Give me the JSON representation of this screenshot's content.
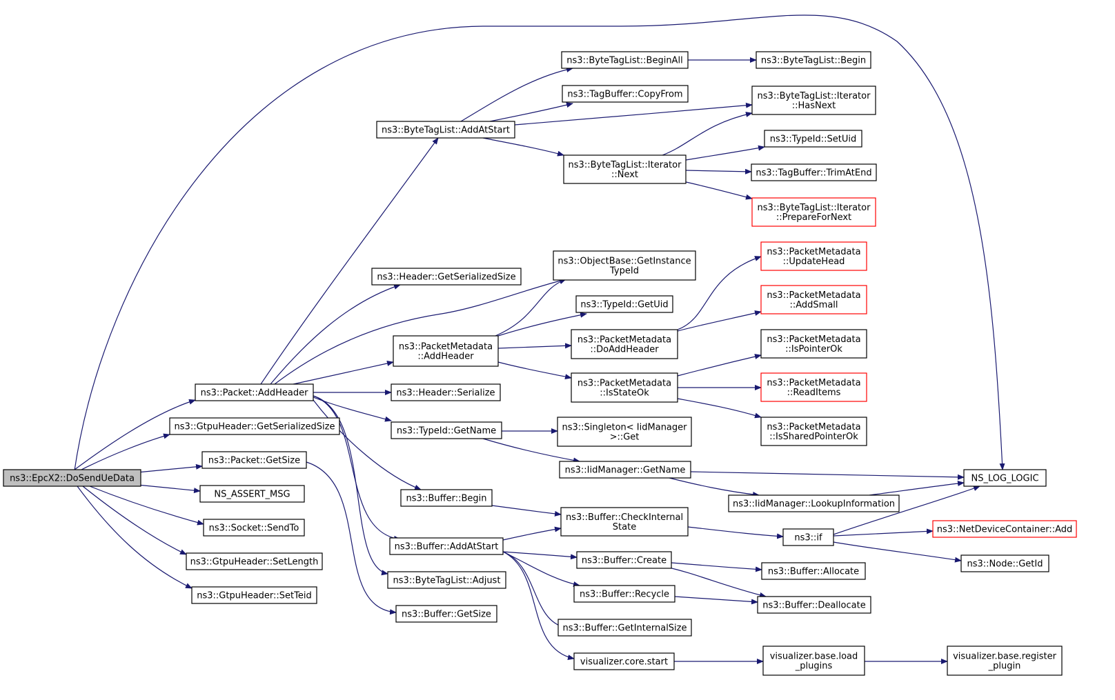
{
  "graph": {
    "edge_color": "#191970",
    "truncated_border_color": "#ff0000",
    "root_fill": "#bfbfbf",
    "nodes": [
      {
        "id": "root",
        "label": [
          "ns3::EpcX2::DoSendUeData"
        ],
        "root": true
      },
      {
        "id": "addheader",
        "label": [
          "ns3::Packet::AddHeader"
        ]
      },
      {
        "id": "gtpuser",
        "label": [
          "ns3::GtpuHeader::GetSerializedSize"
        ]
      },
      {
        "id": "pktgetsize",
        "label": [
          "ns3::Packet::GetSize"
        ]
      },
      {
        "id": "assert",
        "label": [
          "NS_ASSERT_MSG"
        ]
      },
      {
        "id": "sendto",
        "label": [
          "ns3::Socket::SendTo"
        ]
      },
      {
        "id": "setlength",
        "label": [
          "ns3::GtpuHeader::SetLength"
        ]
      },
      {
        "id": "setteid",
        "label": [
          "ns3::GtpuHeader::SetTeid"
        ]
      },
      {
        "id": "btladdatstart",
        "label": [
          "ns3::ByteTagList::AddAtStart"
        ]
      },
      {
        "id": "hdrgetser",
        "label": [
          "ns3::Header::GetSerializedSize"
        ]
      },
      {
        "id": "pmaddheader",
        "label": [
          "ns3::PacketMetadata",
          "::AddHeader"
        ]
      },
      {
        "id": "hdrserialize",
        "label": [
          "ns3::Header::Serialize"
        ]
      },
      {
        "id": "typeidgetname",
        "label": [
          "ns3::TypeId::GetName"
        ]
      },
      {
        "id": "bufbegin",
        "label": [
          "ns3::Buffer::Begin"
        ]
      },
      {
        "id": "bufaddatstart",
        "label": [
          "ns3::Buffer::AddAtStart"
        ]
      },
      {
        "id": "btladjust",
        "label": [
          "ns3::ByteTagList::Adjust"
        ]
      },
      {
        "id": "bufgetsize",
        "label": [
          "ns3::Buffer::GetSize"
        ]
      },
      {
        "id": "btlbeginall",
        "label": [
          "ns3::ByteTagList::BeginAll"
        ]
      },
      {
        "id": "tbcopyfrom",
        "label": [
          "ns3::TagBuffer::CopyFrom"
        ]
      },
      {
        "id": "btlitnext",
        "label": [
          "ns3::ByteTagList::Iterator",
          "::Next"
        ]
      },
      {
        "id": "objgetinst",
        "label": [
          "ns3::ObjectBase::GetInstance",
          "TypeId"
        ]
      },
      {
        "id": "typeidgetuid",
        "label": [
          "ns3::TypeId::GetUid"
        ]
      },
      {
        "id": "pmdoaddheader",
        "label": [
          "ns3::PacketMetadata",
          "::DoAddHeader"
        ]
      },
      {
        "id": "pmisstateok",
        "label": [
          "ns3::PacketMetadata",
          "::IsStateOk"
        ]
      },
      {
        "id": "singleton",
        "label": [
          "ns3::Singleton< IidManager",
          ">::Get"
        ]
      },
      {
        "id": "iidgetname",
        "label": [
          "ns3::IidManager::GetName"
        ]
      },
      {
        "id": "bufcheck",
        "label": [
          "ns3::Buffer::CheckInternal",
          "State"
        ]
      },
      {
        "id": "bufcreate",
        "label": [
          "ns3::Buffer::Create"
        ]
      },
      {
        "id": "bufrecycle",
        "label": [
          "ns3::Buffer::Recycle"
        ]
      },
      {
        "id": "bufgetinternal",
        "label": [
          "ns3::Buffer::GetInternalSize"
        ]
      },
      {
        "id": "viscorestart",
        "label": [
          "visualizer.core.start"
        ]
      },
      {
        "id": "btlbegin",
        "label": [
          "ns3::ByteTagList::Begin"
        ]
      },
      {
        "id": "btlithasnext",
        "label": [
          "ns3::ByteTagList::Iterator",
          "::HasNext"
        ]
      },
      {
        "id": "typeidsetuid",
        "label": [
          "ns3::TypeId::SetUid"
        ]
      },
      {
        "id": "tbtrimatend",
        "label": [
          "ns3::TagBuffer::TrimAtEnd"
        ]
      },
      {
        "id": "btlitprepare",
        "label": [
          "ns3::ByteTagList::Iterator",
          "::PrepareForNext"
        ],
        "truncated": true
      },
      {
        "id": "pmupdatehead",
        "label": [
          "ns3::PacketMetadata",
          "::UpdateHead"
        ],
        "truncated": true
      },
      {
        "id": "pmaddsmall",
        "label": [
          "ns3::PacketMetadata",
          "::AddSmall"
        ],
        "truncated": true
      },
      {
        "id": "pmispointerok",
        "label": [
          "ns3::PacketMetadata",
          "::IsPointerOk"
        ]
      },
      {
        "id": "pmreaditems",
        "label": [
          "ns3::PacketMetadata",
          "::ReadItems"
        ],
        "truncated": true
      },
      {
        "id": "pmissharedptr",
        "label": [
          "ns3::PacketMetadata",
          "::IsSharedPointerOk"
        ]
      },
      {
        "id": "iidlookup",
        "label": [
          "ns3::IidManager::LookupInformation"
        ]
      },
      {
        "id": "ns3if",
        "label": [
          "ns3::if"
        ]
      },
      {
        "id": "bufallocate",
        "label": [
          "ns3::Buffer::Allocate"
        ]
      },
      {
        "id": "bufdeallocate",
        "label": [
          "ns3::Buffer::Deallocate"
        ]
      },
      {
        "id": "visbaseload",
        "label": [
          "visualizer.base.load",
          "_plugins"
        ]
      },
      {
        "id": "nslogic",
        "label": [
          "NS_LOG_LOGIC"
        ]
      },
      {
        "id": "ndcadd",
        "label": [
          "ns3::NetDeviceContainer::Add"
        ],
        "truncated": true
      },
      {
        "id": "nodegetid",
        "label": [
          "ns3::Node::GetId"
        ]
      },
      {
        "id": "visbasereg",
        "label": [
          "visualizer.base.register",
          "_plugin"
        ]
      }
    ]
  }
}
